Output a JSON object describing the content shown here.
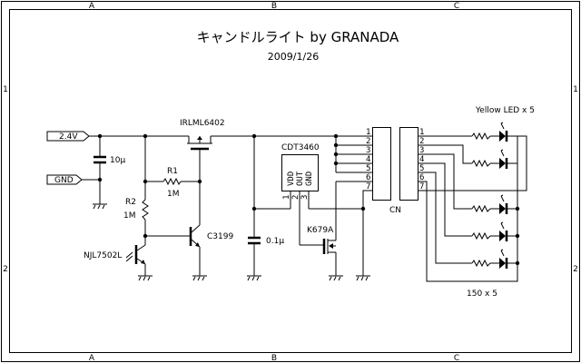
{
  "title": "キャンドルライト by GRANADA",
  "date": "2009/1/26",
  "zones": {
    "columns": [
      "A",
      "B",
      "C"
    ],
    "rows": [
      "1",
      "2"
    ]
  },
  "ports": {
    "vcc": "2.4V",
    "gnd": "GND"
  },
  "components": {
    "c_in": "10μ",
    "r1_ref": "R1",
    "r1_val": "1M",
    "r2_ref": "R2",
    "r2_val": "1M",
    "q_mosfet_p": "IRLML6402",
    "q_npn": "C3199",
    "phototr": "NJL7502L",
    "c_dec": "0.1μ",
    "ic": "CDT3460",
    "ic_pins": [
      "VDD",
      "OUT",
      "GND"
    ],
    "ic_pin_nums": [
      "1",
      "2",
      "3"
    ],
    "q_mosfet_n": "K679A",
    "connector": "CN",
    "connector_pins": [
      "1",
      "2",
      "3",
      "4",
      "5",
      "6",
      "7"
    ],
    "leds": "Yellow LED x 5",
    "resistors": "150 x 5"
  }
}
